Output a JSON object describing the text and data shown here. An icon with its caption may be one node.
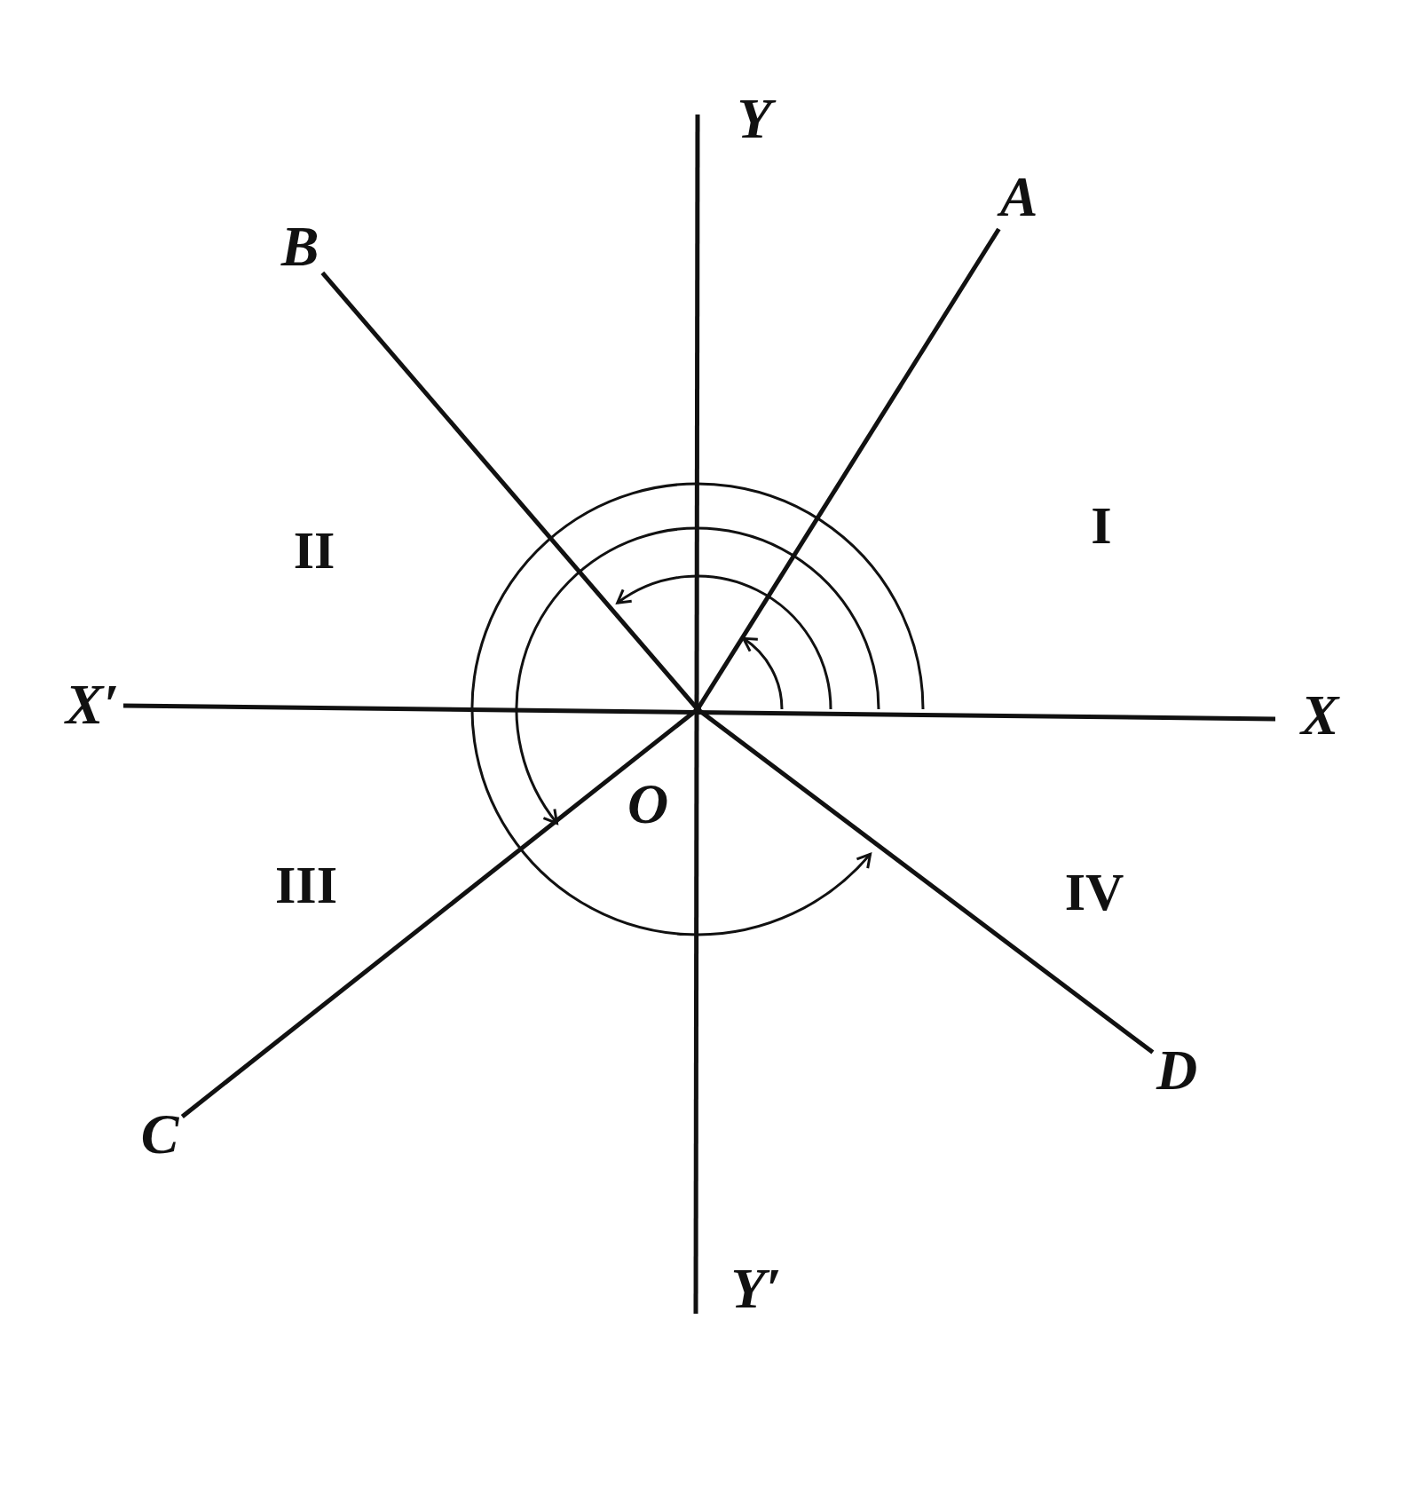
{
  "diagram": {
    "nodes": [
      {
        "text": [
          "Y"
        ]
      },
      {
        "text": [
          "A"
        ]
      },
      {
        "text": [
          "B"
        ]
      },
      {
        "text": [
          "X′"
        ]
      },
      {
        "text": [
          "X"
        ]
      },
      {
        "text": [
          "D"
        ]
      },
      {
        "text": [
          "C"
        ]
      },
      {
        "text": [
          "Y′"
        ]
      },
      {
        "text": [],
        "shape": "point"
      }
    ],
    "edges": [
      {
        "from": 3,
        "to": 4,
        "arrow": "none"
      },
      {
        "from": 0,
        "to": 7,
        "arrow": "none"
      },
      {
        "from": 8,
        "to": 1,
        "arrow": "none"
      },
      {
        "from": 8,
        "to": 2,
        "arrow": "none"
      },
      {
        "from": 8,
        "to": 6,
        "arrow": "none"
      },
      {
        "from": 8,
        "to": 5,
        "arrow": "none"
      }
    ],
    "labels": [
      "I",
      "II",
      "O",
      "III",
      "IV"
    ]
  }
}
